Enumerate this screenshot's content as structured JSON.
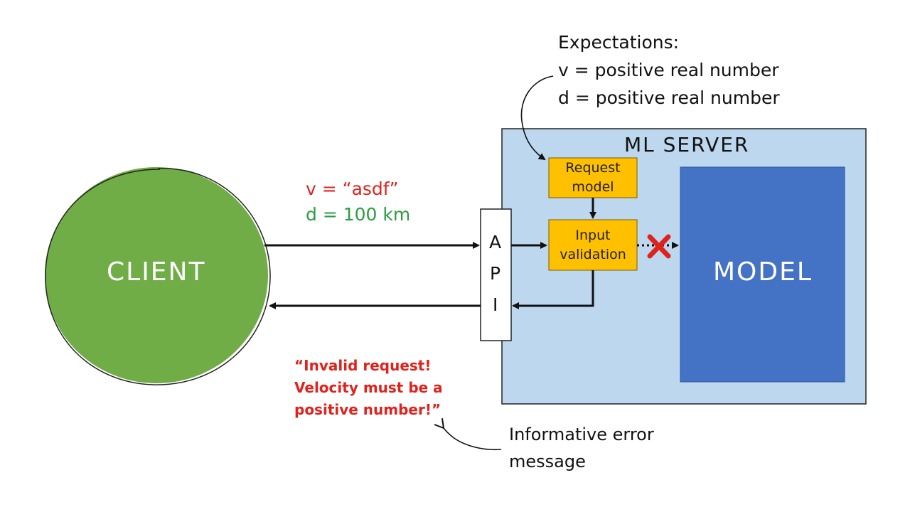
{
  "expectations": {
    "heading": "Expectations:",
    "line1": "v = positive real number",
    "line2": "d = positive real number"
  },
  "server": {
    "title": "ML SERVER",
    "background_color": "#bdd7ee"
  },
  "request_model": {
    "line1": "Request",
    "line2": "model",
    "color": "#ffc000"
  },
  "input_validation": {
    "line1": "Input",
    "line2": "validation",
    "color": "#ffc000"
  },
  "client": {
    "label": "CLIENT",
    "color": "#70ad47"
  },
  "model": {
    "label": "MODEL",
    "color": "#4472c4"
  },
  "api": {
    "letters": [
      "A",
      "P",
      "I"
    ]
  },
  "request_payload": {
    "v_line": "v = “asdf”",
    "d_line": "d = 100 km"
  },
  "error_message": {
    "line1": "“Invalid request!",
    "line2": "Velocity must be a",
    "line3": "positive number!”"
  },
  "annotation": {
    "line1": "Informative error",
    "line2": "message"
  },
  "blocked_marker": {
    "icon": "cross-icon",
    "color": "#e0221d"
  }
}
